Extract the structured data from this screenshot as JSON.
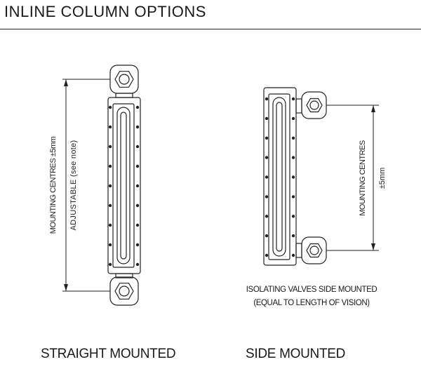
{
  "page": {
    "title": "INLINE COLUMN OPTIONS"
  },
  "straight": {
    "caption": "STRAIGHT MOUNTED",
    "dim_label": "MOUNTING CENTRES ±5mm",
    "dim_sublabel": "ADJUSTABLE (see note)"
  },
  "side": {
    "caption": "SIDE MOUNTED",
    "dim_label": "MOUNTING CENTRES",
    "dim_sublabel": "±5mm",
    "note_line1": "ISOLATING VALVES SIDE MOUNTED",
    "note_line2": "(EQUAL TO LENGTH OF VISION)"
  }
}
